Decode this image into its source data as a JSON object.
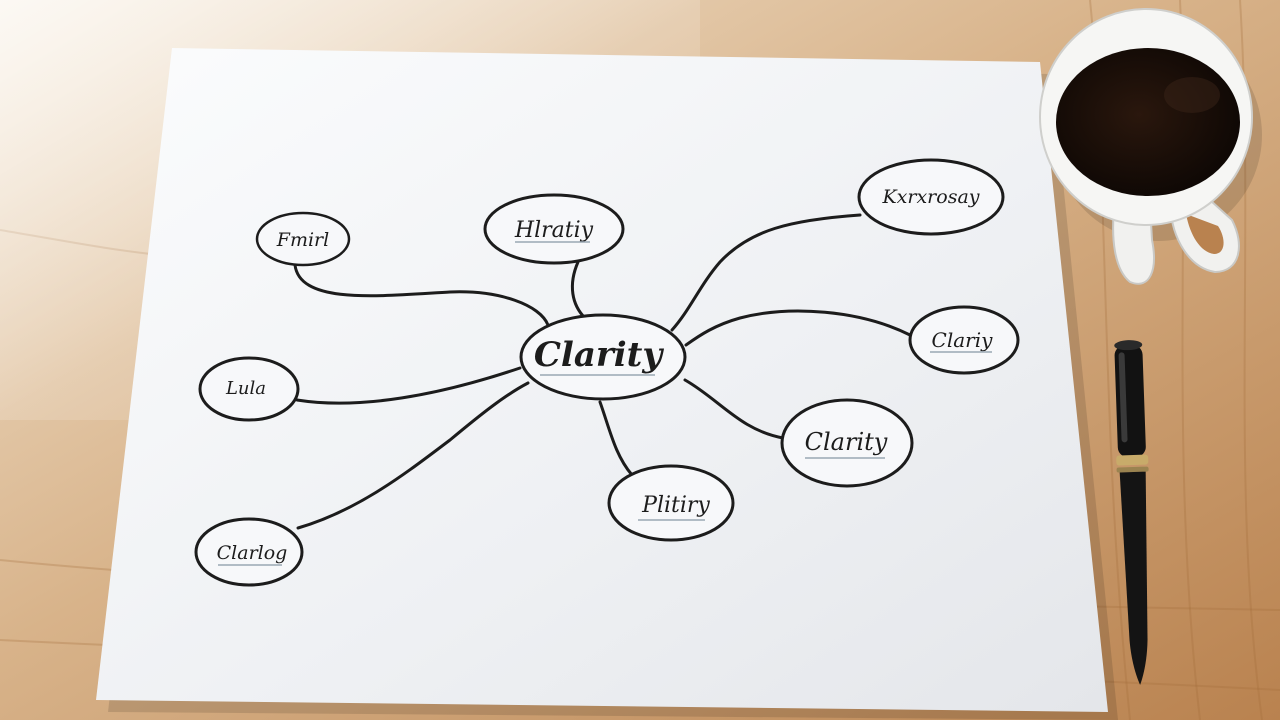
{
  "scene": {
    "description_kind": "photo",
    "table_color": "#c99a62",
    "paper_color": "#f2f3f5",
    "ink_color": "#1c1c1c"
  },
  "mindmap": {
    "center": "Clarity",
    "branches": [
      {
        "label": "Fmirl"
      },
      {
        "label": "Hlratiy"
      },
      {
        "label": "Kxrxrosay"
      },
      {
        "label": "Clariy"
      },
      {
        "label": "Lula"
      },
      {
        "label": "Clarity"
      },
      {
        "label": "Plitiry"
      },
      {
        "label": "Clarlog"
      }
    ]
  },
  "objects": {
    "coffee_cup": {
      "icon": "coffee-cup-icon",
      "color": "#f4f4f2",
      "coffee_color": "#1a0f0a"
    },
    "pen": {
      "icon": "pen-icon",
      "color": "#111111",
      "accent": "#b89a5a"
    }
  }
}
